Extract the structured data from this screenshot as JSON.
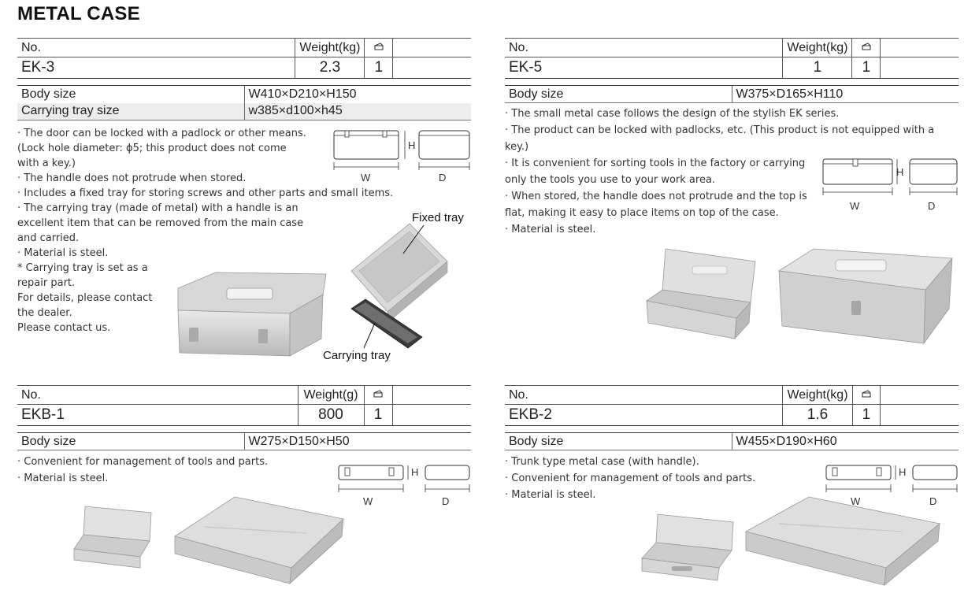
{
  "page": {
    "title": "METAL CASE"
  },
  "headers": {
    "no": "No.",
    "qty_icon": "box-icon"
  },
  "products": {
    "ek3": {
      "no": "EK-3",
      "weight_label": "Weight(kg)",
      "weight": "2.3",
      "qty": "1",
      "body_size_label": "Body size",
      "body_size": "W410×D210×H150",
      "tray_size_label": "Carrying tray size",
      "tray_size": "w385×d100×h45",
      "notes": [
        "· The door can be locked with a padlock or other means.",
        "  (Lock hole diameter: ϕ5; this product does not come",
        "  with a key.)",
        "· The handle does not protrude when stored.",
        "· Includes a fixed tray for storing screws and other parts and small items.",
        "· The carrying tray (made of metal) with a handle is an",
        "  excellent item that can be removed from the main case",
        "  and carried.",
        "· Material is steel.",
        "* Carrying tray is set as a",
        "  repair part.",
        "  For details, please contact",
        "  the dealer.",
        "  Please contact us."
      ],
      "fixed_tray_label": "Fixed tray",
      "carrying_tray_label": "Carrying tray",
      "dim_w": "W",
      "dim_h": "H",
      "dim_d": "D"
    },
    "ek5": {
      "no": "EK-5",
      "weight_label": "Weight(kg)",
      "weight": "1",
      "qty": "1",
      "body_size_label": "Body size",
      "body_size": "W375×D165×H110",
      "notes": [
        "· The small metal case follows the design of the stylish EK series.",
        "· The product can be locked with padlocks, etc. (This product is not equipped with a",
        "  key.)",
        "· It is convenient for sorting tools in the factory or carrying",
        "  only the tools you use to your work area.",
        "· When stored, the handle does not protrude and the top is",
        "  flat, making it easy to place items on top of the case.",
        "· Material is steel."
      ],
      "dim_w": "W",
      "dim_h": "H",
      "dim_d": "D"
    },
    "ekb1": {
      "no": "EKB-1",
      "weight_label": "Weight(g)",
      "weight": "800",
      "qty": "1",
      "body_size_label": "Body size",
      "body_size": "W275×D150×H50",
      "notes": [
        "· Convenient for management of tools and parts.",
        "· Material is steel."
      ],
      "dim_w": "W",
      "dim_h": "H",
      "dim_d": "D"
    },
    "ekb2": {
      "no": "EKB-2",
      "weight_label": "Weight(kg)",
      "weight": "1.6",
      "qty": "1",
      "body_size_label": "Body size",
      "body_size": "W455×D190×H60",
      "notes": [
        "· Trunk type metal case (with handle).",
        "· Convenient for management of tools and parts.",
        "· Material is steel."
      ],
      "dim_w": "W",
      "dim_h": "H",
      "dim_d": "D"
    }
  }
}
